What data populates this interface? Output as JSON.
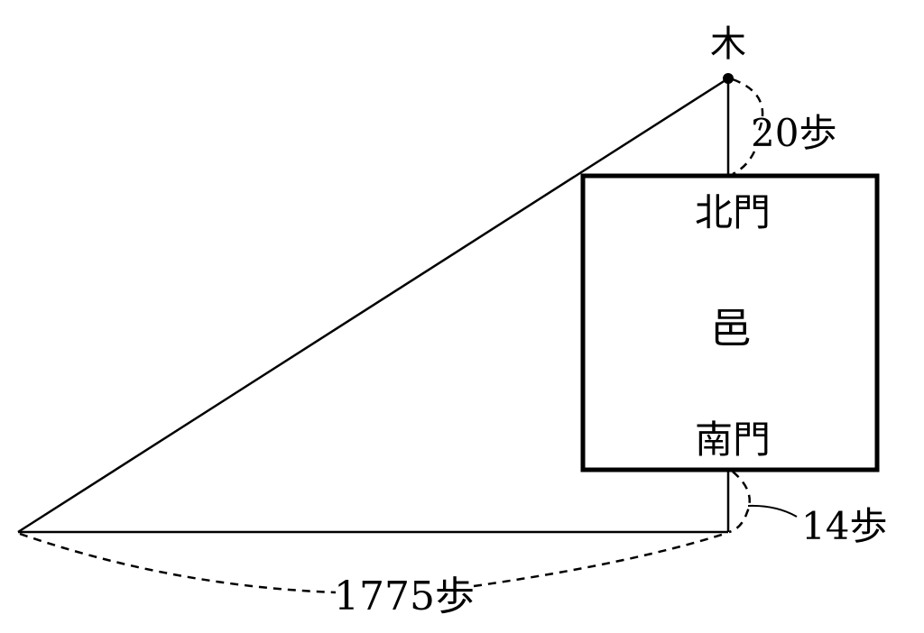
{
  "diagram": {
    "type": "geometry-survey",
    "description": "Similar-triangle survey of a square walled town",
    "labels": {
      "tree": "木",
      "north_gate": "北門",
      "town": "邑",
      "south_gate": "南門",
      "north_distance": "20歩",
      "south_distance": "14歩",
      "west_distance": "1775歩"
    },
    "colors": {
      "stroke": "#000000",
      "background": "#ffffff"
    }
  }
}
